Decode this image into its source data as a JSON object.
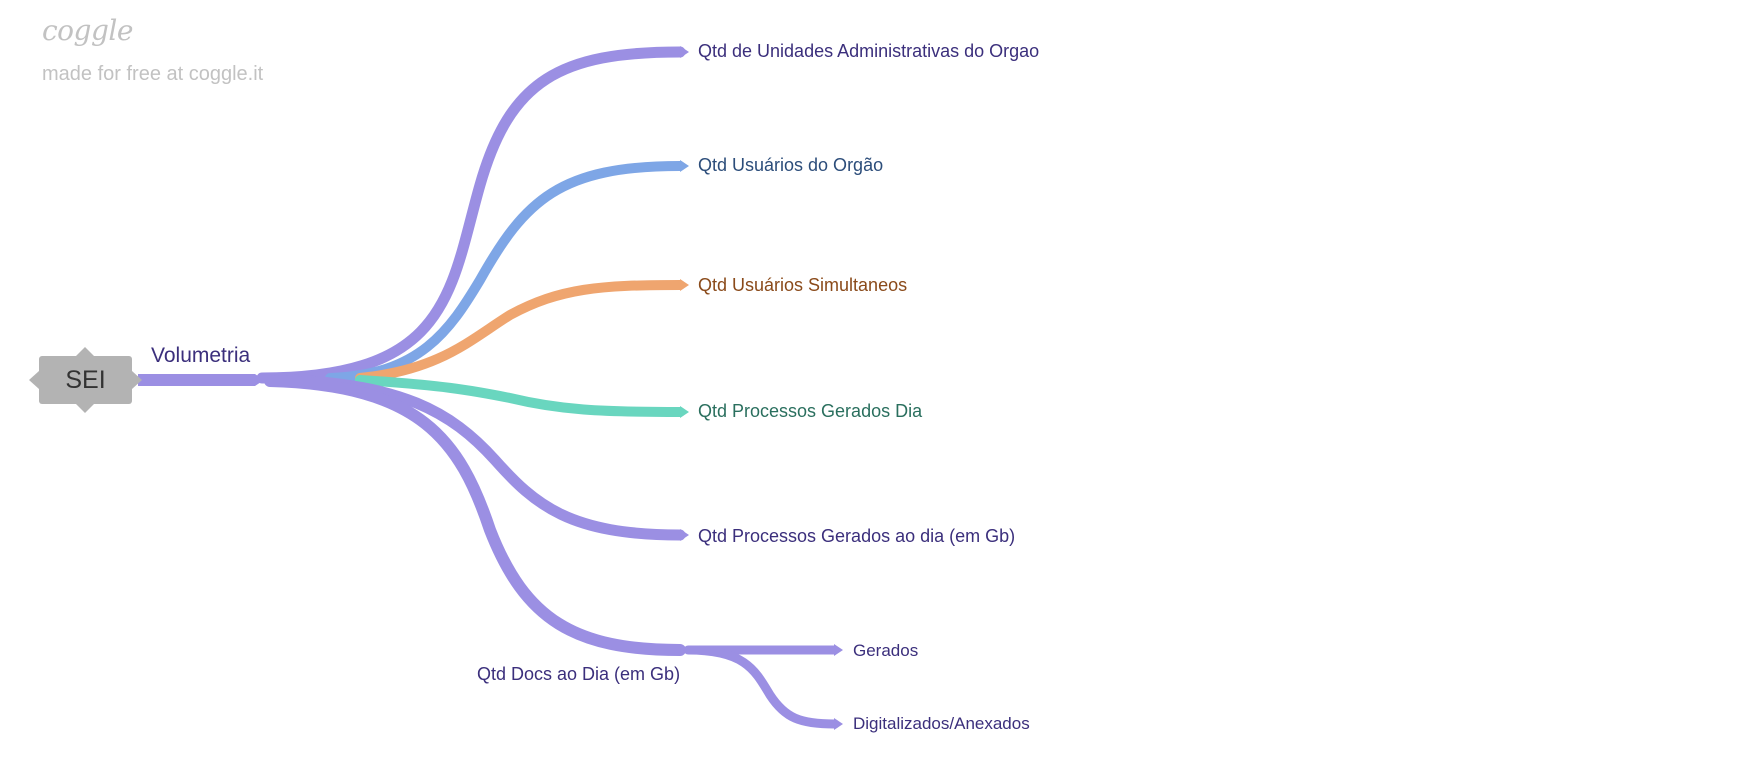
{
  "brand": {
    "logo": "coggle",
    "tagline": "made for free at coggle.it"
  },
  "colors": {
    "purple_branch": "#9b8fe3",
    "blue_branch": "#7ea6e6",
    "orange_branch": "#efa56f",
    "teal_branch": "#69d6bf",
    "root_fill": "#b3b3b3",
    "purple_text": "#3b2f7c",
    "blue_text": "#2c4d7a",
    "orange_text": "#8a4a1a",
    "teal_text": "#2a6f5e"
  },
  "root": {
    "label": "SEI"
  },
  "volumetria": {
    "label": "Volumetria"
  },
  "nodes": {
    "unidades": "Qtd de Unidades Administrativas do Orgao",
    "usuarios": "Qtd Usuários do Orgão",
    "simultaneos": "Qtd Usuários Simultaneos",
    "processos_dia": "Qtd Processos Gerados Dia",
    "processos_gb": "Qtd Processos Gerados ao dia (em Gb)",
    "docs_dia": "Qtd Docs ao Dia (em Gb)",
    "gerados": "Gerados",
    "digitalizados": "Digitalizados/Anexados"
  }
}
